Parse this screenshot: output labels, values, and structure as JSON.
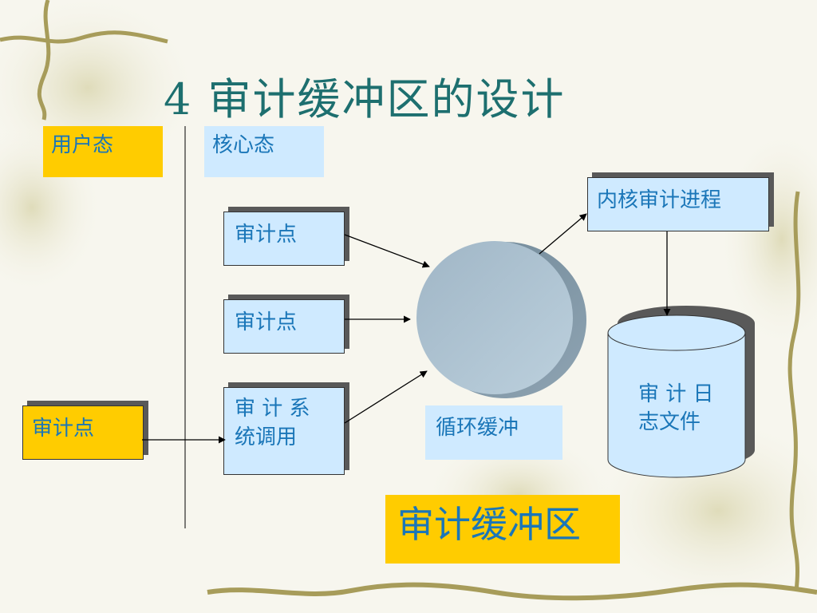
{
  "slide": {
    "title": "4 审计缓冲区的设计",
    "user_mode_label": "用户态",
    "kernel_mode_label": "核心态",
    "audit_point_1": "审计点",
    "audit_point_2": "审计点",
    "syscall_line1": "审 计 系",
    "syscall_line2": "统调用",
    "user_audit_point": "审计点",
    "ring_buffer_label": "循环缓冲",
    "kernel_audit_process": "内核审计进程",
    "log_file_line1": "审 计 日",
    "log_file_line2": "志文件",
    "audit_buffer_caption": "审计缓冲区"
  },
  "colors": {
    "title": "#1d6f6f",
    "text": "#1a76b8",
    "yellow": "#ffcc00",
    "light_blue": "#cfeaff",
    "disk": "#a9bfcf"
  }
}
